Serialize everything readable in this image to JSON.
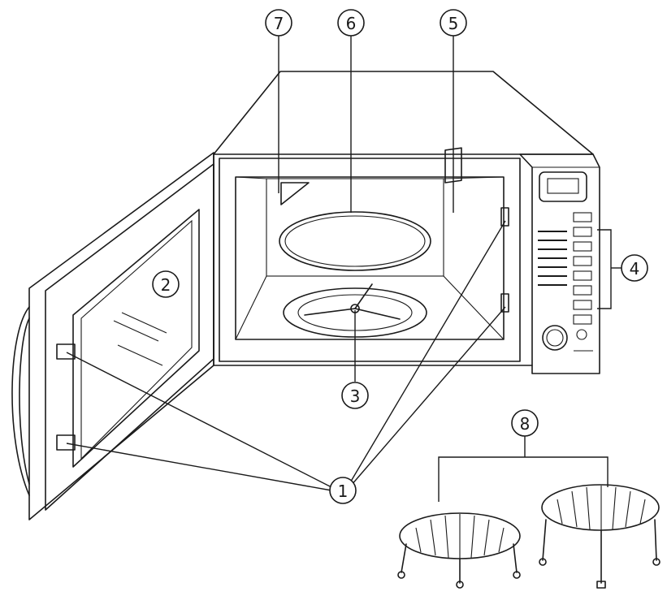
{
  "callouts": [
    {
      "id": "latches",
      "label": "1"
    },
    {
      "id": "door",
      "label": "2"
    },
    {
      "id": "roller-ring",
      "label": "3"
    },
    {
      "id": "control-panel",
      "label": "4"
    },
    {
      "id": "waveguide-cover",
      "label": "5"
    },
    {
      "id": "glass-tray",
      "label": "6"
    },
    {
      "id": "light",
      "label": "7"
    },
    {
      "id": "racks",
      "label": "8"
    }
  ]
}
